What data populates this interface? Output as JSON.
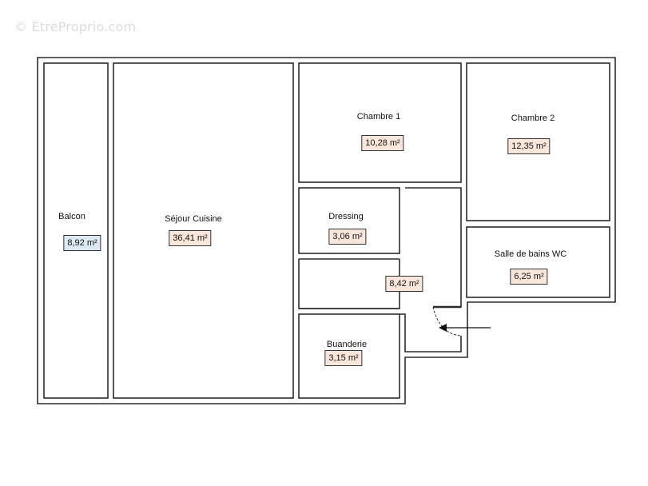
{
  "watermark": "© EtreProprio.com",
  "colors": {
    "wall": "#2b2b2b",
    "area_fill": "#fbe6dc",
    "area_fill_balcony": "#dde8f5"
  },
  "rooms": {
    "balcon": {
      "name": "Balcon",
      "area": "8,92 m²"
    },
    "sejour": {
      "name": "Séjour Cuisine",
      "area": "36,41 m²"
    },
    "chambre1": {
      "name": "Chambre 1",
      "area": "10,28 m²"
    },
    "chambre2": {
      "name": "Chambre 2",
      "area": "12,35 m²"
    },
    "dressing": {
      "name": "Dressing",
      "area": "3,06 m²"
    },
    "couloir": {
      "area": "8,42 m²"
    },
    "sdb": {
      "name": "Salle de bains WC",
      "area": "6,25 m²"
    },
    "buanderie": {
      "name": "Buanderie",
      "area": "3,15 m²"
    }
  }
}
